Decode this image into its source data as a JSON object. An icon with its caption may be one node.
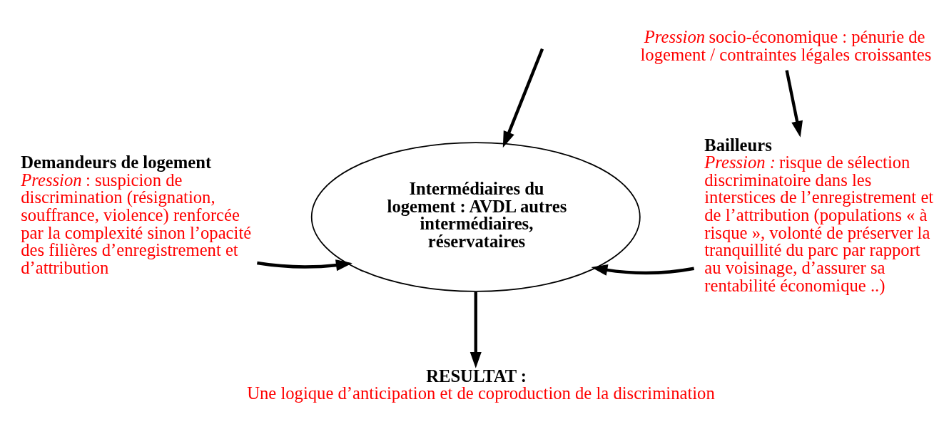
{
  "diagram": {
    "nodes": [
      {
        "text": [
          "*Pression* socio-économique : pénurie de logement / contraintes légales croissantes"
        ]
      },
      {
        "text": [
          "Demandeurs de logement",
          "*Pression* : suspicion de discrimination (résignation, souffrance, violence) renforcée par la complexité sinon l’opacité des filières d’enregistrement et d’attribution"
        ]
      },
      {
        "text": [
          "Intermédiaires du logement : AVDL autres intermédiaires, réservataires"
        ]
      },
      {
        "text": [
          "Bailleurs",
          "*Pression :* risque de sélection discriminatoire dans les interstices de l’enregistrement et de l’attribution (populations « à risque », volonté de préserver la tranquillité du parc par rapport au voisinage, d’assurer sa rentabilité économique ..)"
        ]
      },
      {
        "text": [
          "RESULTAT :",
          "Une logique d’anticipation et de coproduction de la discrimination"
        ]
      }
    ],
    "edges": [
      {
        "from": null,
        "to": 2,
        "arrow": "to"
      },
      {
        "from": 0,
        "to": 3,
        "arrow": "to"
      },
      {
        "from": 1,
        "to": 2,
        "arrow": "to"
      },
      {
        "from": 3,
        "to": 2,
        "arrow": "to"
      },
      {
        "from": 2,
        "to": 4,
        "arrow": "to"
      }
    ]
  }
}
